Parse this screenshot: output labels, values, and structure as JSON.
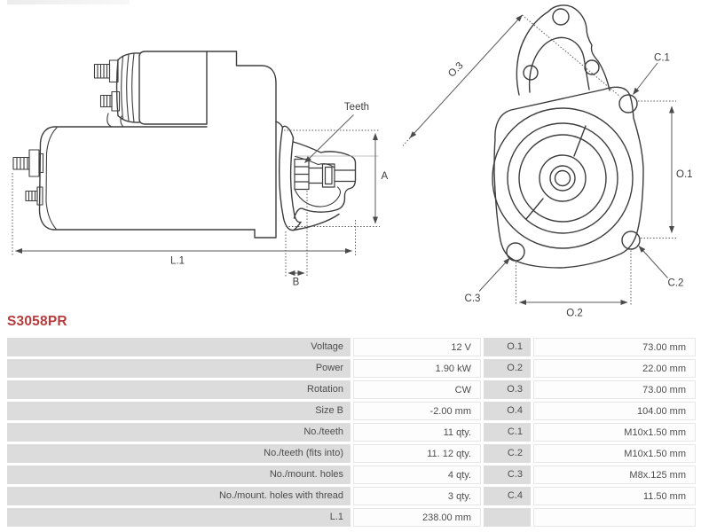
{
  "part_number": "S3058PR",
  "colors": {
    "accent_red": "#b43c3c",
    "row_label_bg": "#dcdcdc",
    "row_value_bg": "#fdfdfd",
    "drawing_line": "#3d3d3d"
  },
  "diagram": {
    "side_view_labels": {
      "teeth": "Teeth",
      "a": "A",
      "l1": "L.1",
      "b": "B"
    },
    "front_view_labels": {
      "o1": "O.1",
      "o2": "O.2",
      "o3": "O.3",
      "c1": "C.1",
      "c2": "C.2",
      "c3": "C.3"
    }
  },
  "spec_table": {
    "rows": [
      {
        "label": "Voltage",
        "value": "12 V",
        "label2": "O.1",
        "value2": "73.00 mm"
      },
      {
        "label": "Power",
        "value": "1.90 kW",
        "label2": "O.2",
        "value2": "22.00 mm"
      },
      {
        "label": "Rotation",
        "value": "CW",
        "label2": "O.3",
        "value2": "73.00 mm"
      },
      {
        "label": "Size B",
        "value": "-2.00 mm",
        "label2": "O.4",
        "value2": "104.00 mm"
      },
      {
        "label": "No./teeth",
        "value": "11 qty.",
        "label2": "C.1",
        "value2": "M10x1.50 mm"
      },
      {
        "label": "No./teeth (fits into)",
        "value": "11. 12 qty.",
        "label2": "C.2",
        "value2": "M10x1.50 mm"
      },
      {
        "label": "No./mount. holes",
        "value": "4 qty.",
        "label2": "C.3",
        "value2": "M8x.125 mm"
      },
      {
        "label": "No./mount. holes with thread",
        "value": "3 qty.",
        "label2": "C.4",
        "value2": "11.50 mm"
      },
      {
        "label": "L.1",
        "value": "238.00 mm",
        "label2": "",
        "value2": ""
      }
    ]
  }
}
